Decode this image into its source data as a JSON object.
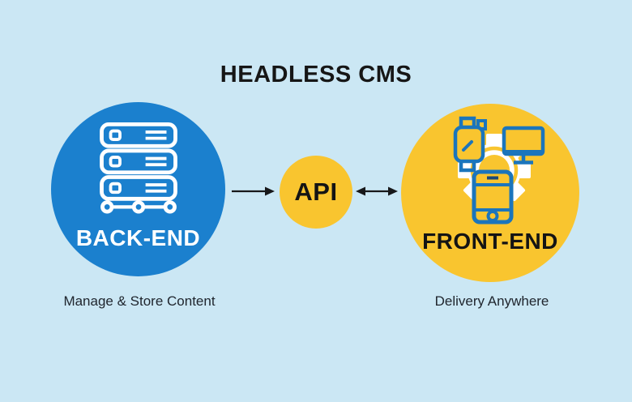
{
  "title": "HEADLESS CMS",
  "colors": {
    "background": "#CBE7F4",
    "backend_circle": "#1B80CE",
    "api_circle": "#F9C52F",
    "frontend_circle": "#F9C52F",
    "server_icon": "#FFFFFF",
    "gear_icon": "#FFFFFF",
    "device_icon_blue": "#1B75BC",
    "arrow": "#17181A",
    "title_text": "#161616",
    "backend_label_text": "#FFFFFF",
    "frontend_label_text": "#141414",
    "caption_text": "#20262E"
  },
  "nodes": {
    "backend": {
      "label": "BACK-END",
      "caption": "Manage & Store Content",
      "icon": "server-stack-icon"
    },
    "api": {
      "label": "API"
    },
    "frontend": {
      "label": "FRONT-END",
      "caption": "Delivery Anywhere",
      "icons": [
        "gear-icon",
        "smartwatch-icon",
        "monitor-icon",
        "smartphone-icon"
      ]
    }
  },
  "connections": [
    {
      "from": "backend",
      "to": "api",
      "type": "single-headed-arrow-right"
    },
    {
      "from": "api",
      "to": "frontend",
      "type": "double-headed-arrow"
    }
  ]
}
